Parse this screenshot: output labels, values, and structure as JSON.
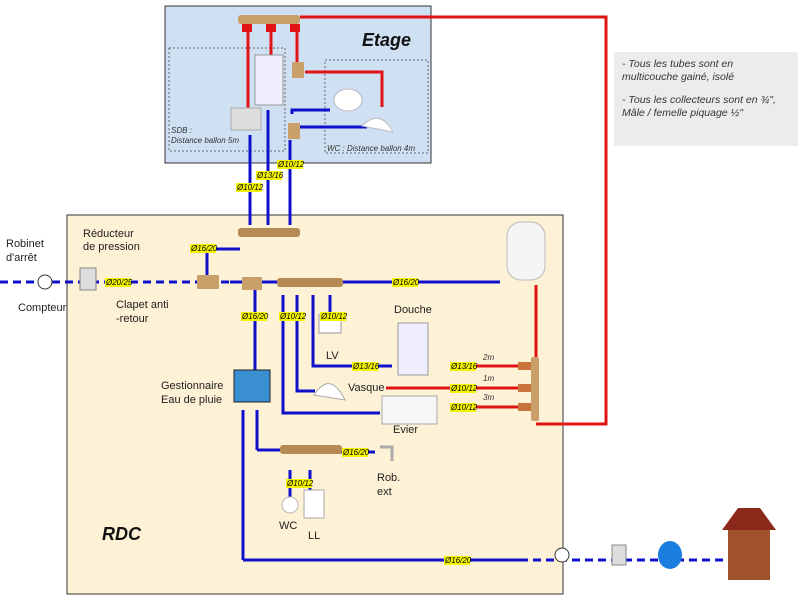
{
  "floors": {
    "upper": {
      "title": "Etage"
    },
    "ground": {
      "title": "RDC"
    }
  },
  "zones": {
    "sdb": {
      "line1": "SDB :",
      "line2": "Distance ballon 5m"
    },
    "wc": {
      "label": "WC : Distance ballon 4m"
    }
  },
  "notes": [
    "- Tous les tubes sont en multicouche gainé, isolé",
    "- Tous les collecteurs sont en ¾\", Mâle / femelle piquage ½\""
  ],
  "components": {
    "robinet_arret": [
      "Robinet",
      "d'arrêt"
    ],
    "compteur": "Compteur",
    "reducteur": [
      "Réducteur",
      "de pression"
    ],
    "clapet": [
      "Clapet anti",
      "-retour"
    ],
    "douche": "Douche",
    "lv": "LV",
    "vasque": "Vasque",
    "evier": "Evier",
    "gestionnaire": [
      "Gestionnaire",
      "Eau de pluie"
    ],
    "rob_ext": [
      "Rob.",
      "ext"
    ],
    "wc": "WC",
    "ll": "LL"
  },
  "pipe_labels": {
    "main_in": "Ø20/25",
    "to_etage": "Ø16/20",
    "etage_1": "Ø10/12",
    "etage_2": "Ø13/16",
    "etage_3": "Ø10/12",
    "to_ballon": "Ø16/20",
    "to_rain": "Ø16/20",
    "coll_1": "Ø10/12",
    "coll_2": "Ø10/12",
    "douche_cold": "Ø13/16",
    "douche_hot": "Ø13/16",
    "vasque_hot": "Ø10/12",
    "evier_hot": "Ø10/12",
    "rain_out": "Ø16/20",
    "wc_ll": "Ø10/12",
    "well": "Ø16/20"
  },
  "distances": {
    "douche": "2m",
    "vasque": "1m",
    "evier": "3m"
  },
  "colors": {
    "cold": "#1010cc",
    "hot": "#e01414",
    "etage_bg": "#cfe0f2",
    "rdc_bg": "#fdf1d6",
    "label_bg": "#f5f500"
  }
}
